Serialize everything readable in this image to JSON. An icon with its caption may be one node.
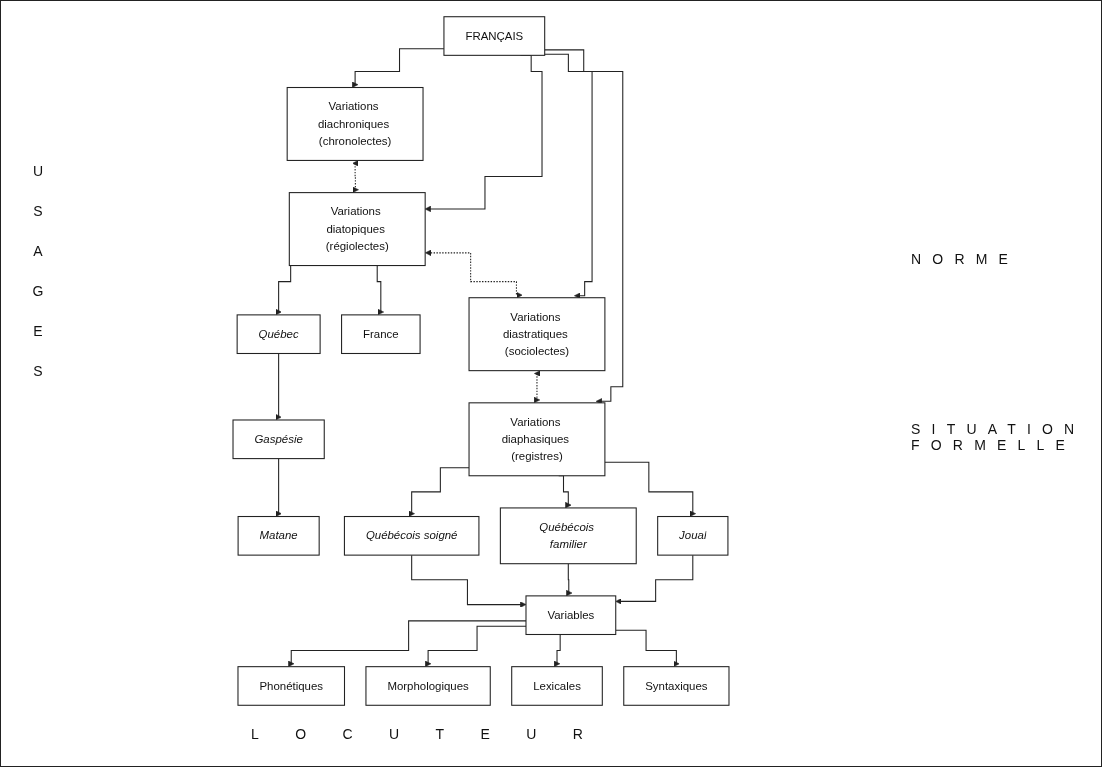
{
  "diagram": {
    "nodes": [
      {
        "text": [
          "FRANÇAIS"
        ]
      },
      {
        "text": [
          "Variations diachroniques (chronolectes)"
        ]
      },
      {
        "text": [
          "Variations diatopiques (régiolectes)"
        ]
      },
      {
        "text": [
          "Variations diastratiques (sociolectes)"
        ]
      },
      {
        "text": [
          "Variations diaphasiques (registres)"
        ]
      },
      {
        "text": [
          "France"
        ]
      },
      {
        "text": [
          "Québec"
        ]
      },
      {
        "text": [
          "Gaspésie"
        ]
      },
      {
        "text": [
          "Matane"
        ]
      },
      {
        "text": [
          "Joual"
        ]
      },
      {
        "text": [
          "Québécois familier"
        ]
      },
      {
        "text": [
          "Québécois soigné"
        ]
      },
      {
        "text": [
          "Variables"
        ]
      },
      {
        "text": [
          "Phonétiques"
        ]
      },
      {
        "text": [
          "Morphologiques"
        ]
      },
      {
        "text": [
          "Lexicales"
        ]
      },
      {
        "text": [
          "Syntaxiques"
        ]
      }
    ],
    "edges": [
      {
        "from": 0,
        "to": 1,
        "arrow": "to"
      },
      {
        "from": 0,
        "to": 2,
        "arrow": "to"
      },
      {
        "from": 0,
        "to": 3,
        "arrow": "to"
      },
      {
        "from": 0,
        "to": 4,
        "arrow": "to"
      },
      {
        "from": 1,
        "to": 2,
        "arrow": "both",
        "style": "dashed"
      },
      {
        "from": 2,
        "to": 3,
        "arrow": "both",
        "style": "dashed"
      },
      {
        "from": 3,
        "to": 4,
        "arrow": "both",
        "style": "dashed"
      },
      {
        "from": 2,
        "to": 5,
        "arrow": "to"
      },
      {
        "from": 2,
        "to": 6,
        "arrow": "to"
      },
      {
        "from": 6,
        "to": 7,
        "arrow": "to"
      },
      {
        "from": 7,
        "to": 8,
        "arrow": "to"
      },
      {
        "from": 4,
        "to": 9,
        "arrow": "to"
      },
      {
        "from": 4,
        "to": 10,
        "arrow": "to"
      },
      {
        "from": 4,
        "to": 11,
        "arrow": "to"
      },
      {
        "from": 9,
        "to": 12,
        "arrow": "to"
      },
      {
        "from": 10,
        "to": 12,
        "arrow": "to"
      },
      {
        "from": 11,
        "to": 12,
        "arrow": "to"
      },
      {
        "from": 12,
        "to": 13,
        "arrow": "to"
      },
      {
        "from": 12,
        "to": 14,
        "arrow": "to"
      },
      {
        "from": 12,
        "to": 15,
        "arrow": "to"
      },
      {
        "from": 12,
        "to": 16,
        "arrow": "to"
      }
    ],
    "labels": [
      "USAGES",
      "NORME",
      "SITUATION FORMELLE",
      "LOCUTEUR"
    ]
  }
}
